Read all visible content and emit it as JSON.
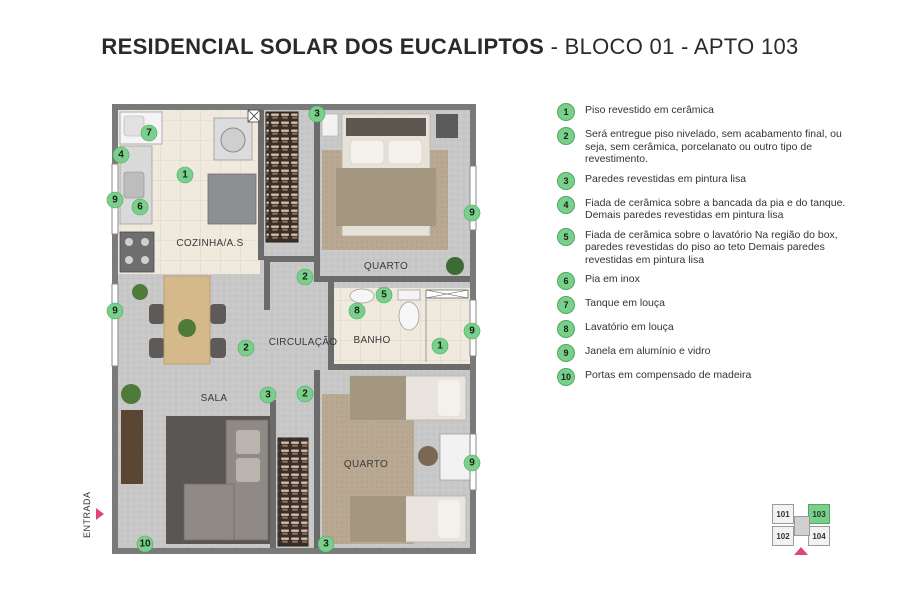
{
  "title": {
    "bold": "RESIDENCIAL SOLAR DOS EUCALIPTOS",
    "regular": " - BLOCO 01 - APTO 103"
  },
  "rooms": {
    "kitchen": "COZINHA/A.S",
    "bedroom_top": "QUARTO",
    "circulation": "CIRCULAÇÃO",
    "bathroom": "BANHO",
    "living": "SALA",
    "bedroom_bottom": "QUARTO"
  },
  "entrance_label": "ENTRADA",
  "legend": [
    {
      "num": "1",
      "text": "Piso revestido em cerâmica"
    },
    {
      "num": "2",
      "text": "Será entregue piso nivelado, sem acabamento final, ou seja, sem cerâmica, porcelanato ou outro tipo de revestimento."
    },
    {
      "num": "3",
      "text": "Paredes revestidas em pintura lisa"
    },
    {
      "num": "4",
      "text": "Fiada de cerâmica sobre a bancada da pia e do tanque. Demais paredes revestidas em pintura lisa"
    },
    {
      "num": "5",
      "text": "Fiada de cerâmica sobre o lavatório Na região do box, paredes revestidas do piso ao teto Demais paredes revestidas em pintura lisa"
    },
    {
      "num": "6",
      "text": "Pia em inox"
    },
    {
      "num": "7",
      "text": "Tanque em louça"
    },
    {
      "num": "8",
      "text": "Lavatório em louça"
    },
    {
      "num": "9",
      "text": "Janela em alumínio e vidro"
    },
    {
      "num": "10",
      "text": "Portas em compensado de madeira"
    }
  ],
  "markers": [
    "7",
    "4",
    "1",
    "9",
    "6",
    "3",
    "9",
    "2",
    "5",
    "8",
    "9",
    "9",
    "2",
    "1",
    "3",
    "2",
    "9",
    "10",
    "3"
  ],
  "key_plan": {
    "units": [
      "101",
      "103",
      "102",
      "104"
    ],
    "active": "103"
  },
  "colors": {
    "marker_green": "#78d08a",
    "entrance_arrow": "#e0457a",
    "wall": "#6b6b6b",
    "floor_tile": "#ece6da",
    "floor_unfinished": "#c9c9c9"
  }
}
